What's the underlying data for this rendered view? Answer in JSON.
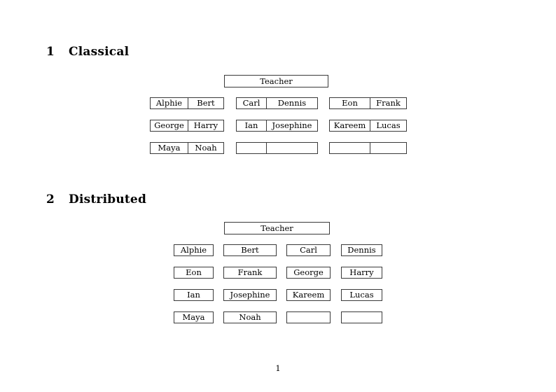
{
  "document": {
    "page_number": "1"
  },
  "sections": [
    {
      "number": "1",
      "title": "Classical",
      "root_label": "Teacher",
      "layout": "paired-cells",
      "groups": [
        {
          "rows": [
            [
              "Alphie",
              "Bert"
            ],
            [
              "George",
              "Harry"
            ],
            [
              "Maya",
              "Noah"
            ]
          ]
        },
        {
          "rows": [
            [
              "Carl",
              "Dennis"
            ],
            [
              "Ian",
              "Josephine"
            ],
            [
              "",
              ""
            ]
          ]
        },
        {
          "rows": [
            [
              "Eon",
              "Frank"
            ],
            [
              "Kareem",
              "Lucas"
            ],
            [
              "",
              ""
            ]
          ]
        }
      ]
    },
    {
      "number": "2",
      "title": "Distributed",
      "root_label": "Teacher",
      "layout": "separate-boxes",
      "rows": [
        [
          "Alphie",
          "Bert",
          "Carl",
          "Dennis"
        ],
        [
          "Eon",
          "Frank",
          "George",
          "Harry"
        ],
        [
          "Ian",
          "Josephine",
          "Kareem",
          "Lucas"
        ],
        [
          "Maya",
          "Noah",
          "",
          ""
        ]
      ]
    }
  ],
  "colors": {
    "page_background": "#ffffff",
    "text": "#000000",
    "border": "#3a3a3a"
  }
}
